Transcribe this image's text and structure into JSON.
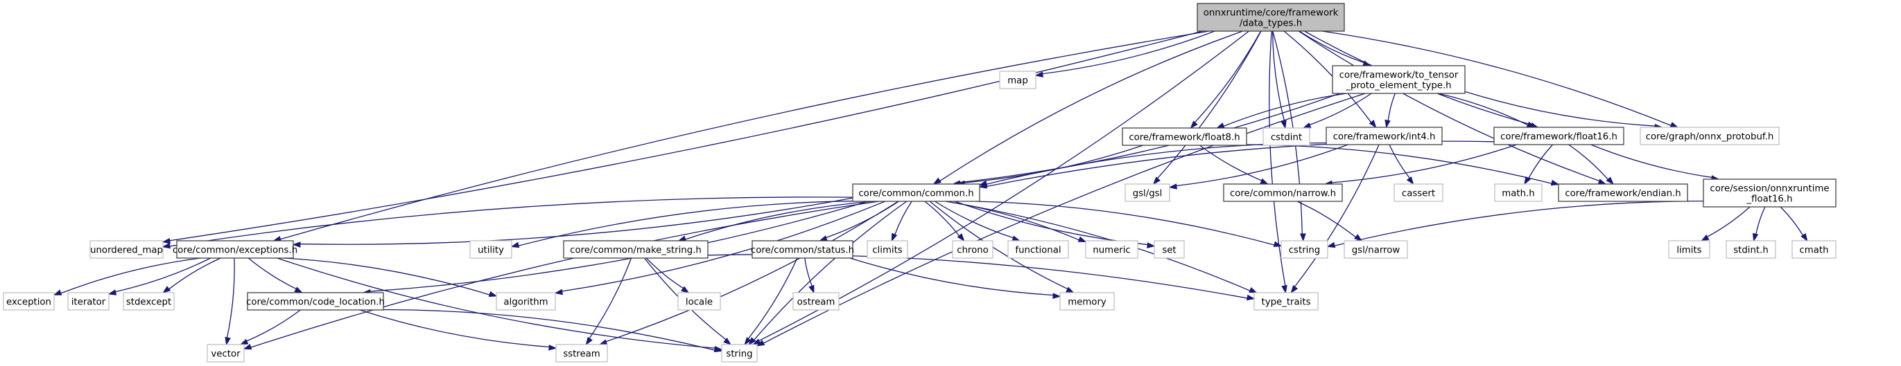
{
  "title": "onnxruntime/core/framework/data_types.h include dependency graph",
  "colors": {
    "edge": "#191970",
    "root_fill": "#bfbfbf",
    "internal_border": "#404040",
    "external_border": "#bfbfbf"
  },
  "nodes": [
    {
      "id": "data_types",
      "kind": "root",
      "lines": [
        "onnxruntime/core/framework",
        "/data_types.h"
      ]
    },
    {
      "id": "map",
      "kind": "external",
      "lines": [
        "map"
      ]
    },
    {
      "id": "to_tensor",
      "kind": "internal",
      "lines": [
        "core/framework/to_tensor",
        "_proto_element_type.h"
      ]
    },
    {
      "id": "float8",
      "kind": "internal",
      "lines": [
        "core/framework/float8.h"
      ]
    },
    {
      "id": "cstdint",
      "kind": "external",
      "lines": [
        "cstdint"
      ]
    },
    {
      "id": "int4",
      "kind": "internal",
      "lines": [
        "core/framework/int4.h"
      ]
    },
    {
      "id": "float16",
      "kind": "internal",
      "lines": [
        "core/framework/float16.h"
      ]
    },
    {
      "id": "onnx_protobuf",
      "kind": "external",
      "lines": [
        "core/graph/onnx_protobuf.h"
      ]
    },
    {
      "id": "common",
      "kind": "internal",
      "lines": [
        "core/common/common.h"
      ]
    },
    {
      "id": "gsl",
      "kind": "external",
      "lines": [
        "gsl/gsl"
      ]
    },
    {
      "id": "narrow",
      "kind": "internal",
      "lines": [
        "core/common/narrow.h"
      ]
    },
    {
      "id": "cassert",
      "kind": "external",
      "lines": [
        "cassert"
      ]
    },
    {
      "id": "math_h",
      "kind": "external",
      "lines": [
        "math.h"
      ]
    },
    {
      "id": "endian",
      "kind": "internal",
      "lines": [
        "core/framework/endian.h"
      ]
    },
    {
      "id": "ort_float16",
      "kind": "internal",
      "lines": [
        "core/session/onnxruntime",
        "_float16.h"
      ]
    },
    {
      "id": "unordered_map",
      "kind": "external",
      "lines": [
        "unordered_map"
      ]
    },
    {
      "id": "exceptions",
      "kind": "internal",
      "lines": [
        "core/common/exceptions.h"
      ]
    },
    {
      "id": "utility",
      "kind": "external",
      "lines": [
        "utility"
      ]
    },
    {
      "id": "make_string",
      "kind": "internal",
      "lines": [
        "core/common/make_string.h"
      ]
    },
    {
      "id": "status",
      "kind": "internal",
      "lines": [
        "core/common/status.h"
      ]
    },
    {
      "id": "climits",
      "kind": "external",
      "lines": [
        "climits"
      ]
    },
    {
      "id": "chrono",
      "kind": "external",
      "lines": [
        "chrono"
      ]
    },
    {
      "id": "functional",
      "kind": "external",
      "lines": [
        "functional"
      ]
    },
    {
      "id": "numeric",
      "kind": "external",
      "lines": [
        "numeric"
      ]
    },
    {
      "id": "set",
      "kind": "external",
      "lines": [
        "set"
      ]
    },
    {
      "id": "cstring",
      "kind": "external",
      "lines": [
        "cstring"
      ]
    },
    {
      "id": "gsl_narrow",
      "kind": "external",
      "lines": [
        "gsl/narrow"
      ]
    },
    {
      "id": "limits",
      "kind": "external",
      "lines": [
        "limits"
      ]
    },
    {
      "id": "stdint_h",
      "kind": "external",
      "lines": [
        "stdint.h"
      ]
    },
    {
      "id": "cmath",
      "kind": "external",
      "lines": [
        "cmath"
      ]
    },
    {
      "id": "exception",
      "kind": "external",
      "lines": [
        "exception"
      ]
    },
    {
      "id": "iterator",
      "kind": "external",
      "lines": [
        "iterator"
      ]
    },
    {
      "id": "stdexcept",
      "kind": "external",
      "lines": [
        "stdexcept"
      ]
    },
    {
      "id": "code_location",
      "kind": "internal",
      "lines": [
        "core/common/code_location.h"
      ]
    },
    {
      "id": "algorithm",
      "kind": "external",
      "lines": [
        "algorithm"
      ]
    },
    {
      "id": "locale",
      "kind": "external",
      "lines": [
        "locale"
      ]
    },
    {
      "id": "ostream",
      "kind": "external",
      "lines": [
        "ostream"
      ]
    },
    {
      "id": "memory",
      "kind": "external",
      "lines": [
        "memory"
      ]
    },
    {
      "id": "type_traits",
      "kind": "external",
      "lines": [
        "type_traits"
      ]
    },
    {
      "id": "vector",
      "kind": "external",
      "lines": [
        "vector"
      ]
    },
    {
      "id": "sstream",
      "kind": "external",
      "lines": [
        "sstream"
      ]
    },
    {
      "id": "string",
      "kind": "external",
      "lines": [
        "string"
      ]
    }
  ],
  "edges": [
    [
      "data_types",
      "map"
    ],
    [
      "data_types",
      "to_tensor"
    ],
    [
      "data_types",
      "float8"
    ],
    [
      "data_types",
      "cstdint"
    ],
    [
      "data_types",
      "int4"
    ],
    [
      "data_types",
      "float16"
    ],
    [
      "data_types",
      "onnx_protobuf"
    ],
    [
      "data_types",
      "common"
    ],
    [
      "data_types",
      "gsl"
    ],
    [
      "data_types",
      "endian"
    ],
    [
      "data_types",
      "unordered_map"
    ],
    [
      "data_types",
      "exceptions"
    ],
    [
      "data_types",
      "cstring"
    ],
    [
      "data_types",
      "type_traits"
    ],
    [
      "data_types",
      "string"
    ],
    [
      "to_tensor",
      "float8"
    ],
    [
      "to_tensor",
      "cstdint"
    ],
    [
      "to_tensor",
      "int4"
    ],
    [
      "to_tensor",
      "float16"
    ],
    [
      "to_tensor",
      "onnx_protobuf"
    ],
    [
      "to_tensor",
      "common"
    ],
    [
      "to_tensor",
      "string"
    ],
    [
      "float8",
      "common"
    ],
    [
      "float8",
      "narrow"
    ],
    [
      "float8",
      "endian"
    ],
    [
      "int4",
      "common"
    ],
    [
      "int4",
      "gsl"
    ],
    [
      "int4",
      "cassert"
    ],
    [
      "int4",
      "type_traits"
    ],
    [
      "float16",
      "common"
    ],
    [
      "float16",
      "narrow"
    ],
    [
      "float16",
      "math_h"
    ],
    [
      "float16",
      "endian"
    ],
    [
      "float16",
      "ort_float16"
    ],
    [
      "narrow",
      "gsl_narrow"
    ],
    [
      "ort_float16",
      "cstring"
    ],
    [
      "ort_float16",
      "limits"
    ],
    [
      "ort_float16",
      "stdint_h"
    ],
    [
      "ort_float16",
      "cmath"
    ],
    [
      "common",
      "unordered_map"
    ],
    [
      "common",
      "exceptions"
    ],
    [
      "common",
      "utility"
    ],
    [
      "common",
      "algorithm"
    ],
    [
      "common",
      "make_string"
    ],
    [
      "common",
      "status"
    ],
    [
      "common",
      "climits"
    ],
    [
      "common",
      "chrono"
    ],
    [
      "common",
      "functional"
    ],
    [
      "common",
      "numeric"
    ],
    [
      "common",
      "set"
    ],
    [
      "common",
      "cstring"
    ],
    [
      "common",
      "memory"
    ],
    [
      "common",
      "type_traits"
    ],
    [
      "common",
      "vector"
    ],
    [
      "common",
      "sstream"
    ],
    [
      "common",
      "string"
    ],
    [
      "common",
      "code_location"
    ],
    [
      "exceptions",
      "exception"
    ],
    [
      "exceptions",
      "iterator"
    ],
    [
      "exceptions",
      "stdexcept"
    ],
    [
      "exceptions",
      "vector"
    ],
    [
      "exceptions",
      "code_location"
    ],
    [
      "exceptions",
      "algorithm"
    ],
    [
      "exceptions",
      "string"
    ],
    [
      "code_location",
      "vector"
    ],
    [
      "code_location",
      "sstream"
    ],
    [
      "code_location",
      "string"
    ],
    [
      "make_string",
      "locale"
    ],
    [
      "make_string",
      "sstream"
    ],
    [
      "make_string",
      "string"
    ],
    [
      "make_string",
      "type_traits"
    ],
    [
      "status",
      "ostream"
    ],
    [
      "status",
      "string"
    ],
    [
      "status",
      "memory"
    ]
  ]
}
